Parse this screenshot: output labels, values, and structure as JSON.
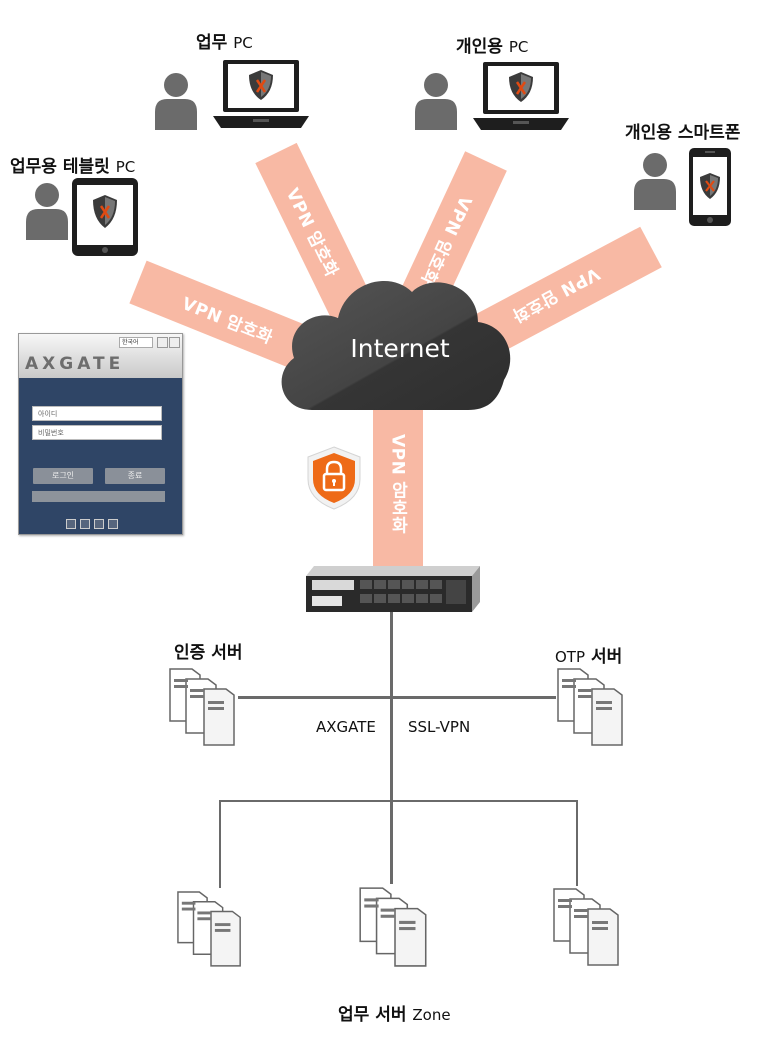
{
  "clients": {
    "work_pc": {
      "label_ko": "업무",
      "label_en": "PC"
    },
    "personal_pc": {
      "label_ko": "개인용",
      "label_en": "PC"
    },
    "work_tablet": {
      "label_ko": "업무용 테블릿",
      "label_en": "PC"
    },
    "personal_phone": {
      "label_ko": "개인용 스마트폰",
      "label_en": ""
    }
  },
  "tunnels": {
    "tablet": "VPN 암호화",
    "work_pc": "VPN 암호화",
    "personal_pc": "VPN 암호화",
    "phone": "VPN 암호화",
    "gateway": "VPN 암호화"
  },
  "internet": "Internet",
  "login_panel": {
    "logo": "AXGATE",
    "lang": "한국어",
    "id_placeholder": "아이디",
    "pw_placeholder": "비밀번호",
    "login_button": "로그인",
    "exit_button": "종료"
  },
  "appliance": {
    "label_left": "AXGATE",
    "label_right": "SSL-VPN"
  },
  "servers": {
    "auth": "인증 서버",
    "otp_en": "OTP",
    "otp_ko": "서버",
    "zone_ko": "업무 서버",
    "zone_en": "Zone"
  },
  "colors": {
    "beam": "#f8b9a4",
    "cloud": "#4a4a4a",
    "lock": "#ee6a17",
    "panel": "#2f4566"
  }
}
